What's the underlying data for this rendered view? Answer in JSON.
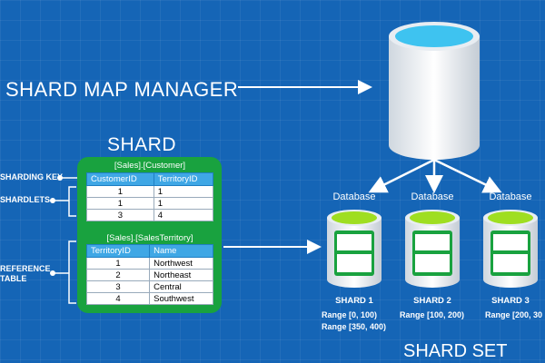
{
  "shard_map_manager": {
    "title": "SHARD MAP MANAGER"
  },
  "shard": {
    "title": "SHARD",
    "labels": {
      "sharding_key": "SHARDING KEY",
      "shardlets": "SHARDLETS",
      "reference_table_1": "REFERENCE",
      "reference_table_2": "TABLE"
    },
    "customer_table": {
      "caption": "[Sales].[Customer]",
      "columns": [
        "CustomerID",
        "TerritoryID"
      ],
      "rows": [
        [
          "1",
          "1"
        ],
        [
          "1",
          "1"
        ],
        [
          "3",
          "4"
        ]
      ]
    },
    "territory_table": {
      "caption": "[Sales].[SalesTerritory]",
      "columns": [
        "TerritoryID",
        "Name"
      ],
      "rows": [
        [
          "1",
          "Northwest"
        ],
        [
          "2",
          "Northeast"
        ],
        [
          "3",
          "Central"
        ],
        [
          "4",
          "Southwest"
        ]
      ]
    }
  },
  "shard_set": {
    "title": "SHARD SET",
    "database_label": "Database",
    "shards": [
      {
        "name": "SHARD 1",
        "ranges": [
          "Range [0, 100)",
          "Range [350, 400)"
        ]
      },
      {
        "name": "SHARD 2",
        "ranges": [
          "Range [100, 200)"
        ]
      },
      {
        "name": "SHARD 3",
        "ranges": [
          "Range [200, 30"
        ]
      }
    ]
  },
  "colors": {
    "background": "#1565b6",
    "shard_green": "#19a23f",
    "header_blue": "#3fa7e5",
    "db_fill_top": "#3ec3f0",
    "shard_db_top": "#9fde21"
  }
}
